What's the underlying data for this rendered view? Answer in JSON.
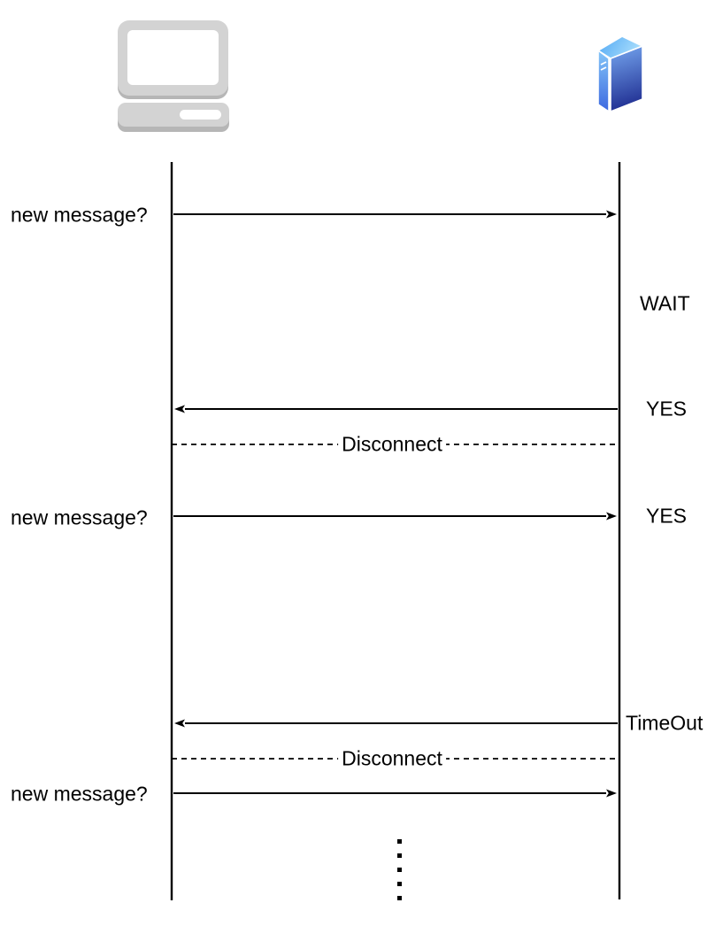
{
  "diagram": {
    "type": "sequence",
    "actors": [
      {
        "id": "client",
        "icon": "laptop-icon"
      },
      {
        "id": "server",
        "icon": "server-icon"
      }
    ],
    "messages": [
      {
        "label": "new message?",
        "from": "client",
        "to": "server",
        "line": "solid"
      },
      {
        "label": "WAIT",
        "type": "server-state-note"
      },
      {
        "label": "YES",
        "from": "server",
        "to": "client",
        "line": "solid"
      },
      {
        "label": "Disconnect",
        "type": "disconnect",
        "line": "dashed"
      },
      {
        "label": "new message?",
        "from": "client",
        "to": "server",
        "line": "solid",
        "response": "YES"
      },
      {
        "label": "TimeOut",
        "from": "server",
        "to": "client",
        "line": "solid"
      },
      {
        "label": "Disconnect",
        "type": "disconnect",
        "line": "dashed"
      },
      {
        "label": "new message?",
        "from": "client",
        "to": "server",
        "line": "solid"
      },
      {
        "type": "continuation",
        "symbol": "vertical-ellipsis",
        "dot_count": 5
      }
    ],
    "colors": {
      "line": "#000000",
      "laptop_body": "#d3d3d3",
      "laptop_shadow": "#b6b6b6",
      "server_top_light": "#a8ddfc",
      "server_top_dark": "#4fa7f4",
      "server_front_top": "#76a7f0",
      "server_front_bottom": "#213093"
    }
  }
}
